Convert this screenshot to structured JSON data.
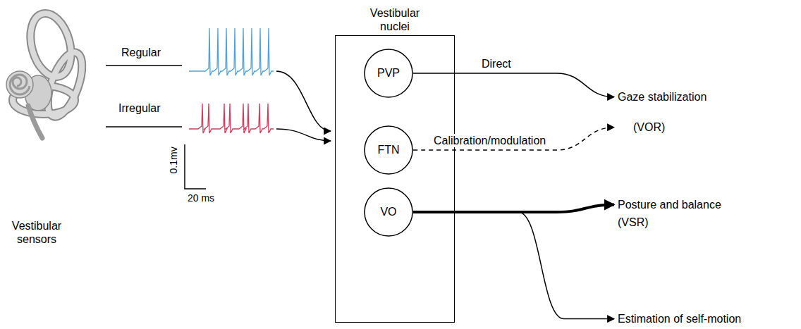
{
  "diagram": {
    "nodes": [
      {
        "text": [
          "Vestibular nuclei"
        ]
      },
      {
        "text": [
          "PVP"
        ],
        "in": 0
      },
      {
        "text": [
          "FTN"
        ],
        "in": 0
      },
      {
        "text": [
          "VO"
        ],
        "in": 0
      },
      {
        "text": [
          "Gaze stabilization",
          "(VOR)"
        ]
      },
      {
        "text": [
          "Posture and balance",
          "(VSR)"
        ]
      },
      {
        "text": [
          "Estimation of self-motion"
        ]
      }
    ],
    "edges": [
      {
        "from": 1,
        "to": 4,
        "arrow": "to",
        "label": "Direct"
      },
      {
        "from": 2,
        "to": 4,
        "arrow": "to",
        "label": "Calibration/modulation"
      },
      {
        "from": 3,
        "to": 5,
        "arrow": "to"
      },
      {
        "from": 3,
        "to": 6,
        "arrow": "to"
      }
    ],
    "labels": [
      "Vestibular sensors",
      "Regular",
      "Irregular",
      "0.1mv",
      "20 ms"
    ]
  }
}
